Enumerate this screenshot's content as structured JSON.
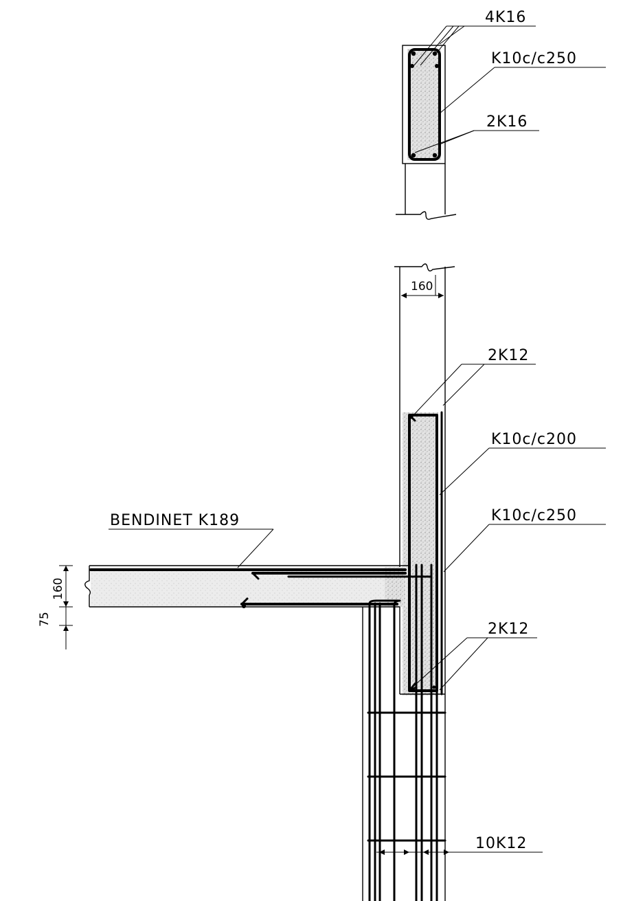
{
  "annotations": {
    "column_top_main": "4K16",
    "column_top_stirrup": "K10c/c250",
    "column_top_secondary": "2K16",
    "column_dim_width": "160",
    "upstand_top_bars": "2K12",
    "upstand_stirrup": "K10c/c200",
    "wall_stirrup": "K10c/c250",
    "upstand_bottom_bars": "2K12",
    "slab_mesh": "BENDINET K189",
    "slab_dim_thickness": "160",
    "slab_dim_offset": "75",
    "wall_vertical_bars": "10K12"
  },
  "colors": {
    "ink": "#000000",
    "concrete_fill": "#d9d9d9",
    "background": "#ffffff"
  }
}
